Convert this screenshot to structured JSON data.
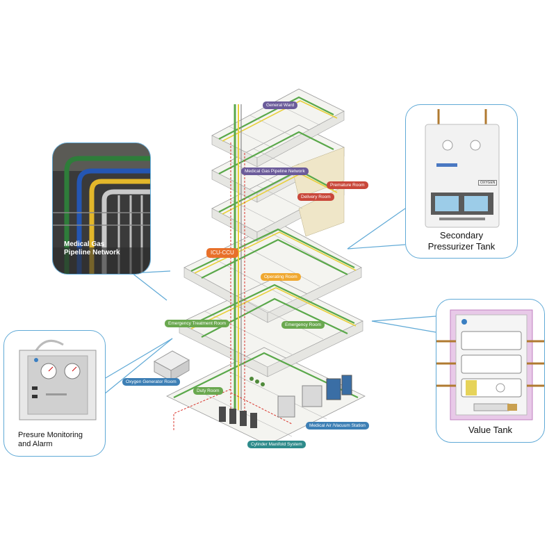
{
  "callouts": {
    "pipeline_photo": {
      "label": "Medical Gas\nPipeline Network"
    },
    "secondary_tank": {
      "label": "Secondary\nPressurizer Tank",
      "panel_tag": "OXYGEN"
    },
    "value_tank": {
      "label": "Value Tank"
    },
    "monitoring": {
      "label": "Presure Monitoring\nand Alarm"
    }
  },
  "room_tags": [
    {
      "id": "general-ward",
      "text": "General Ward",
      "color": "#6b5b9a"
    },
    {
      "id": "medical-gas-pipeline-network",
      "text": "Medical Gas Pipeline Network",
      "color": "#6b5b9a"
    },
    {
      "id": "premature-room",
      "text": "Premature Room",
      "color": "#c9473a"
    },
    {
      "id": "delivery-room",
      "text": "Delivery Room",
      "color": "#c9473a"
    },
    {
      "id": "icu-ccu",
      "text": "ICU-CCU",
      "color": "#e8702a"
    },
    {
      "id": "operating-room",
      "text": "Operating Room",
      "color": "#f0a830"
    },
    {
      "id": "emergency-treatment-room",
      "text": "Emergency Treatment Room",
      "color": "#6aa84f"
    },
    {
      "id": "emergency-room",
      "text": "Emergency Room",
      "color": "#6aa84f"
    },
    {
      "id": "oxygen-generator-room",
      "text": "Oxygen Generator Room",
      "color": "#3d7fb5"
    },
    {
      "id": "duty-room",
      "text": "Duty Room",
      "color": "#6aa84f"
    },
    {
      "id": "medical-air-vacuum-station",
      "text": "Medical Air /Vacuum Station",
      "color": "#3d7fb5"
    },
    {
      "id": "cylinder-manifold-system",
      "text": "Cylinder Manifold System",
      "color": "#2e8b8b"
    }
  ],
  "colors": {
    "callout_border": "#5fa9d6",
    "pipe_green": "#5aa84a",
    "pipe_yellow": "#e8cf3a",
    "pipe_red_dashed": "#d9342b"
  }
}
